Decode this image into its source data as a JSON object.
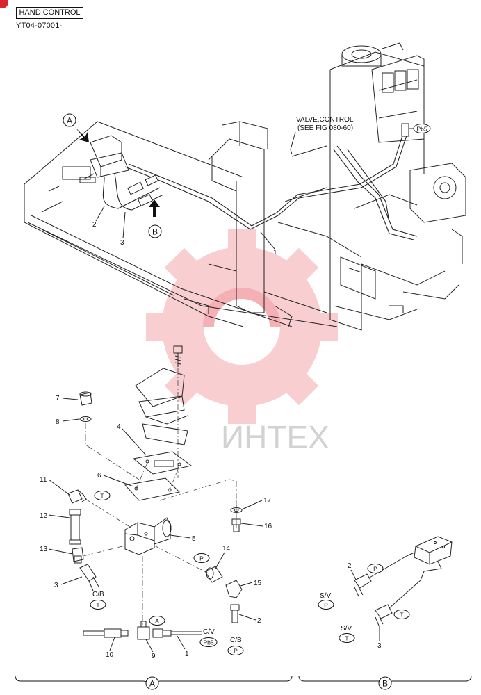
{
  "header": {
    "title": "HAND CONTROL",
    "serial": "YT04-07001-"
  },
  "watermark": {
    "text": "ИНТЕХ",
    "color": "#f3b6b9"
  },
  "overview": {
    "view_a_marker": "A",
    "view_b_marker": "B",
    "valve_label_line1": "VALVE,CONTROL",
    "valve_label_line2": "(SEE FIG 080-60)",
    "port_pb5": "Pb5",
    "callouts": [
      "1",
      "2",
      "3"
    ]
  },
  "detail_a": {
    "callouts": [
      "1",
      "2",
      "3",
      "4",
      "5",
      "6",
      "7",
      "8",
      "9",
      "10",
      "11",
      "12",
      "13",
      "14",
      "15",
      "16",
      "17"
    ],
    "port_t": "T",
    "port_p": "P",
    "port_a": "A",
    "port_pb5": "Pb5",
    "label_cb": "C/B",
    "label_cv": "C/V"
  },
  "detail_b": {
    "callouts": [
      "2",
      "3"
    ],
    "port_p": "P",
    "port_t": "T",
    "label_sv": "S/V"
  },
  "sections": {
    "a": "A",
    "b": "B"
  }
}
